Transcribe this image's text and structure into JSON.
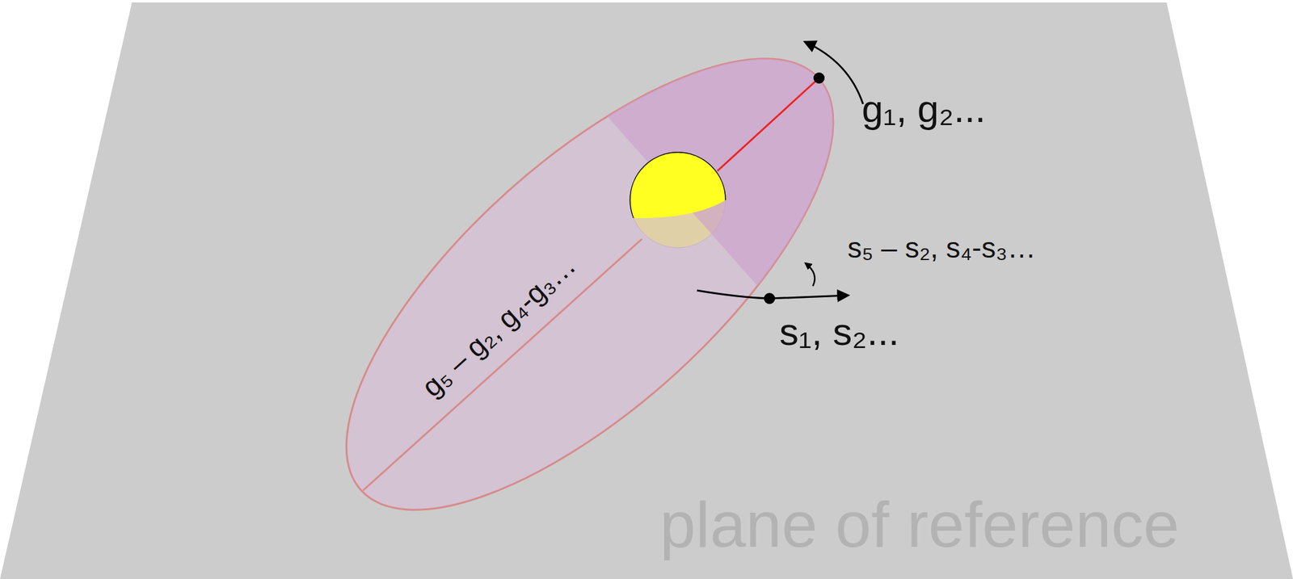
{
  "diagram": {
    "labels": [
      "g₁, g₂...",
      "s₅ – s₂, s₄-s₃…",
      "s₁, s₂...",
      "g₅ – g₂, g₄-g₃…",
      "plane of reference"
    ]
  }
}
